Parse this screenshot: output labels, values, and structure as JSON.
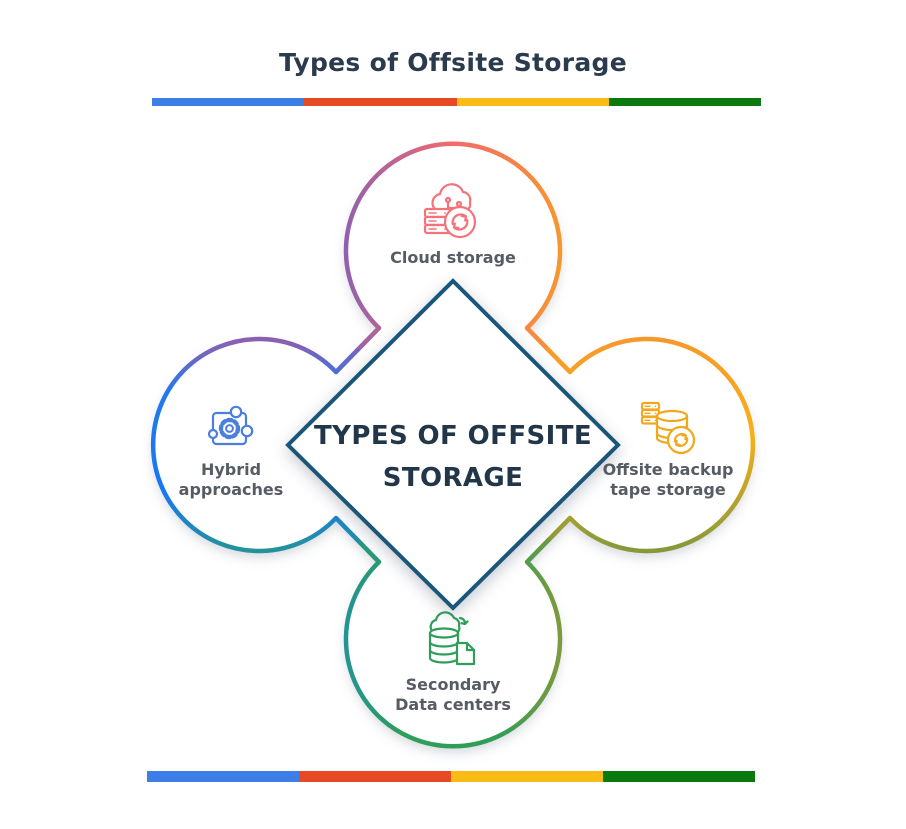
{
  "header": {
    "title": "Types of Offsite Storage"
  },
  "divider_bars": {
    "colors": [
      "#3d7ee8",
      "#e64a24",
      "#f9bc15",
      "#0b7a0e"
    ]
  },
  "center_diamond": {
    "line1": "TYPES OF OFFSITE",
    "line2": "STORAGE",
    "border_color": "#19567a",
    "text_color": "#22364a"
  },
  "nodes": [
    {
      "id": "cloud-storage",
      "label_line1": "Cloud storage",
      "label_line2": "",
      "icon": "cloud-sync-server-icon",
      "color": "#f4737a",
      "position": "top"
    },
    {
      "id": "offsite-backup-tape-storage",
      "label_line1": "Offsite backup",
      "label_line2": "tape storage",
      "icon": "tape-database-sync-icon",
      "color": "#f0a91d",
      "position": "right"
    },
    {
      "id": "secondary-data-centers",
      "label_line1": "Secondary",
      "label_line2": "Data centers",
      "icon": "database-cloud-document-icon",
      "color": "#2e9e58",
      "position": "bottom"
    },
    {
      "id": "hybrid-approaches",
      "label_line1": "Hybrid",
      "label_line2": "approaches",
      "icon": "puzzle-gear-icon",
      "color": "#4a7fde",
      "position": "left"
    }
  ],
  "palette": {
    "coral": "#f3696c",
    "orange": "#f6992b",
    "golden": "#f8b017",
    "olive": "#85993b",
    "green": "#2e9e58",
    "teal": "#23929b",
    "blue": "#2478ec",
    "purple": "#8c60b0",
    "diamond_border": "#19567a",
    "title_text": "#2b3b4e",
    "label_text": "#575b63"
  }
}
